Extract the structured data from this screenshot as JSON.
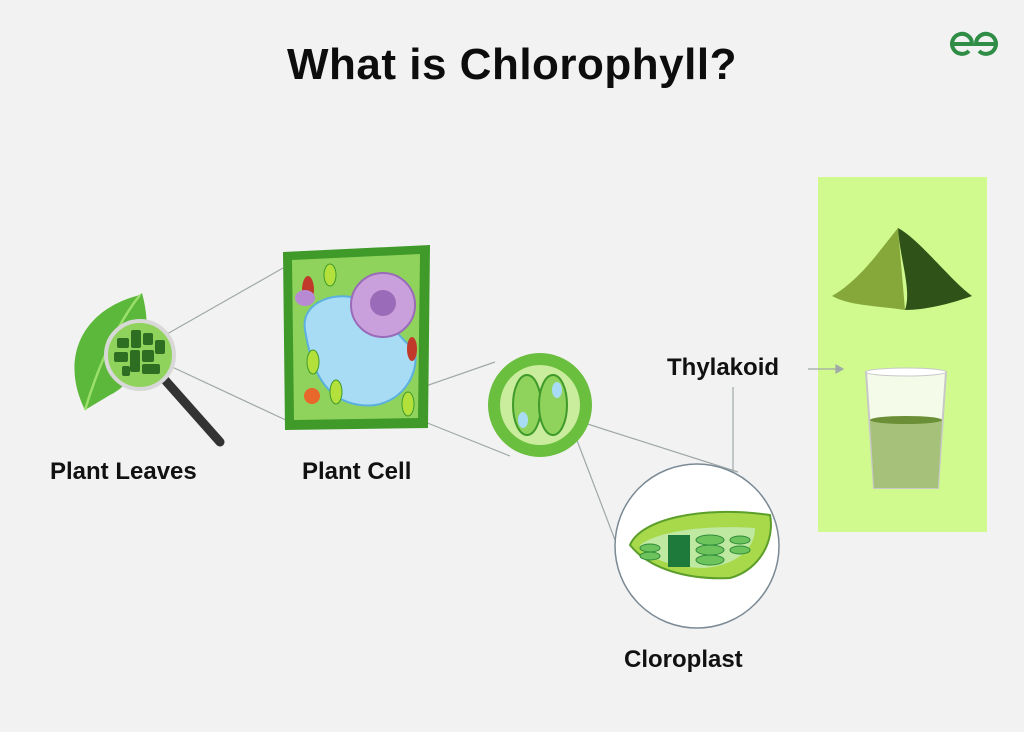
{
  "title": "What is Chlorophyll?",
  "brand": {
    "logo_icon": "geeksforgeeks-logo-icon",
    "color": "#2f8d46"
  },
  "labels": {
    "plant_leaves": "Plant Leaves",
    "plant_cell": "Plant Cell",
    "thylakoid": "Thylakoid",
    "cloroplast": "Cloroplast"
  },
  "colors": {
    "background": "#f2f2f2",
    "panel": "#d0fa8e",
    "leaf": "#5cb83a",
    "cell_wall": "#3f9a2a",
    "cytoplasm": "#8fd35c",
    "vacuole": "#a8dcf5",
    "nucleus": "#c9a0dc",
    "powder_light": "#86a83a",
    "powder_dark": "#2e5218",
    "liquid": "#a6c17a",
    "connector": "#a0a8a8"
  }
}
